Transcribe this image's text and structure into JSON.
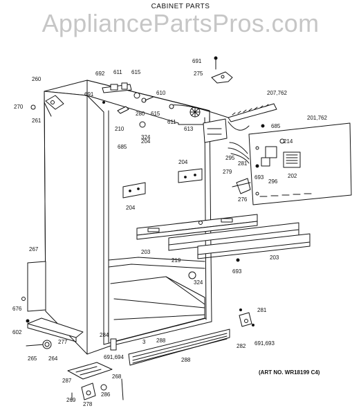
{
  "title": "CABINET PARTS",
  "watermark": "AppliancePartsPros.com",
  "art_number": "(ART NO. WR18199 C4)",
  "parts": [
    "691",
    "275",
    "692",
    "611",
    "615",
    "691",
    "610",
    "260",
    "270",
    "261",
    "280",
    "615",
    "611",
    "613",
    "207,762",
    "210",
    "324",
    "685",
    "685",
    "201,762",
    "214",
    "295",
    "281",
    "279",
    "693",
    "296",
    "202",
    "276",
    "204",
    "204",
    "204",
    "203",
    "219",
    "203",
    "693",
    "324",
    "267",
    "676",
    "602",
    "277",
    "281",
    "282",
    "691,693",
    "265",
    "264",
    "284",
    "288",
    "691,694",
    "3",
    "288",
    "287",
    "268",
    "286",
    "269",
    "278"
  ]
}
